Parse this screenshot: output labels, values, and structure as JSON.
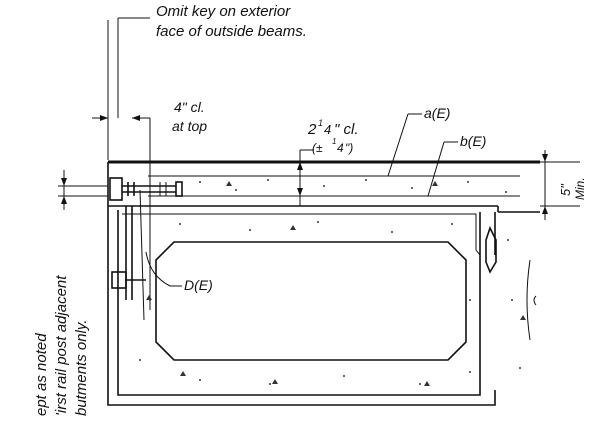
{
  "notes": {
    "omit_key_line1": "Omit key on exterior",
    "omit_key_line2": "face of outside beams.",
    "clear_top_line1": "4\" cl.",
    "clear_top_line2": "at top",
    "clear_mid_main": "2",
    "clear_mid_frac": "1",
    "clear_mid_den": "4",
    "clear_mid_unit": "\" cl.",
    "tol_open": "(±",
    "tol_frac": "1",
    "tol_den": "4",
    "tol_close": "\")",
    "label_a": "a(E)",
    "label_b": "b(E)",
    "label_d": "D(E)",
    "dim_5": "5\"",
    "dim_min": "Min.",
    "side_line1": "ept as noted",
    "side_line2": "'irst rail post adjacent",
    "side_line3": "butments only."
  }
}
